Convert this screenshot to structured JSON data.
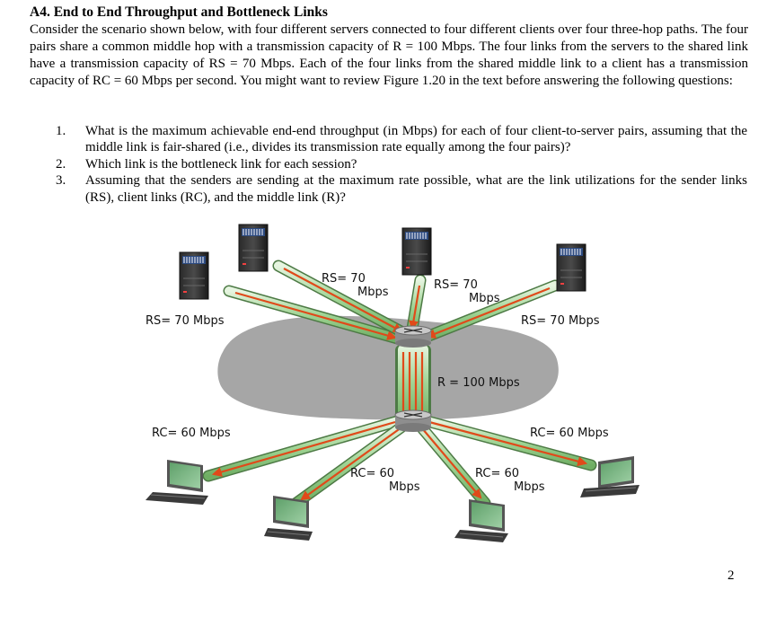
{
  "problem": {
    "title": "A4. End to End Throughput and Bottleneck Links",
    "intro": "Consider the scenario shown below, with four different servers connected to four different clients over four three-hop paths. The four pairs share a common middle hop with a transmission capacity of R = 100 Mbps. The four links from the servers to the shared link have a transmission capacity of RS = 70 Mbps. Each of the four links from the shared middle link to a client has a transmission capacity of RC = 60 Mbps per second. You might want to review Figure 1.20 in the text before answering the following questions:",
    "questions": [
      {
        "number": "1.",
        "text": "What is the maximum achievable end-end throughput (in Mbps) for each of four client-to-server pairs, assuming that the middle link is fair-shared (i.e., divides its transmission rate equally among the four pairs)?"
      },
      {
        "number": "2.",
        "text": "Which link is the bottleneck link for each session?"
      },
      {
        "number": "3.",
        "text": "Assuming that the senders are sending at the maximum rate possible, what are the link utilizations for the sender links (RS), client links (RC), and the middle link (R)?"
      }
    ]
  },
  "figure": {
    "labels": {
      "rs_far_left": "RS= 70 Mbps",
      "rs_far_right": "RS= 70 Mbps",
      "rs_inner_left_1": "RS= 70",
      "rs_inner_left_2": "Mbps",
      "rs_inner_right_1": "RS= 70",
      "rs_inner_right_2": "Mbps",
      "r_middle": "R = 100 Mbps",
      "rc_far_left": "RC= 60 Mbps",
      "rc_far_right": "RC= 60 Mbps",
      "rc_inner_left_1": "RC= 60",
      "rc_inner_left_2": "Mbps",
      "rc_inner_right_1": "RC= 60",
      "rc_inner_right_2": "Mbps"
    },
    "icons": [
      "server-icon",
      "router-icon",
      "client-computer-icon"
    ],
    "colors": {
      "link_tube": "#a8d8a0",
      "flow_arrow": "#e04a1a",
      "cloud": "#a6a6a6"
    }
  },
  "page_number": "2"
}
